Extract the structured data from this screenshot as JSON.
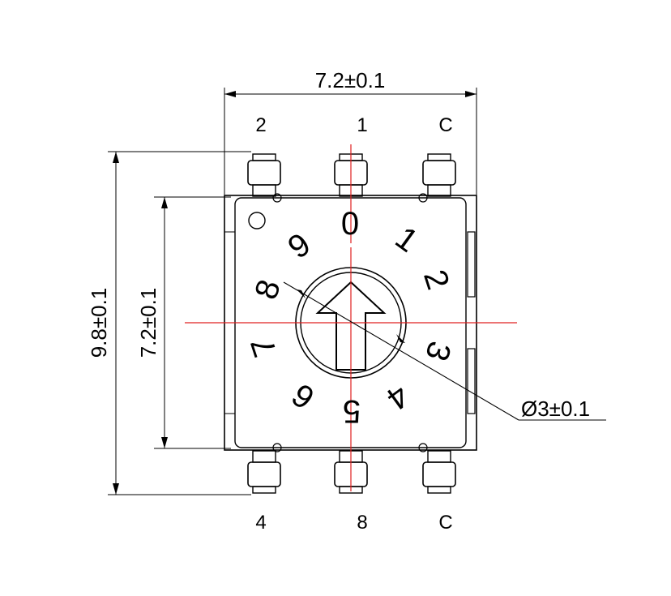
{
  "dimensions": {
    "width": "7.2±0.1",
    "total_height": "9.8±0.1",
    "body_height": "7.2±0.1",
    "knob_diameter": "Ø3±0.1"
  },
  "pins": {
    "top": [
      "2",
      "1",
      "C"
    ],
    "bottom": [
      "4",
      "8",
      "C"
    ]
  },
  "dial_digits": [
    "0",
    "1",
    "2",
    "3",
    "4",
    "5",
    "6",
    "7",
    "8",
    "9"
  ],
  "colors": {
    "outline": "#000000",
    "centerline": "#e02020"
  },
  "icons": {
    "arrow": "up-arrow-icon",
    "marker": "pin1-dot-icon"
  }
}
